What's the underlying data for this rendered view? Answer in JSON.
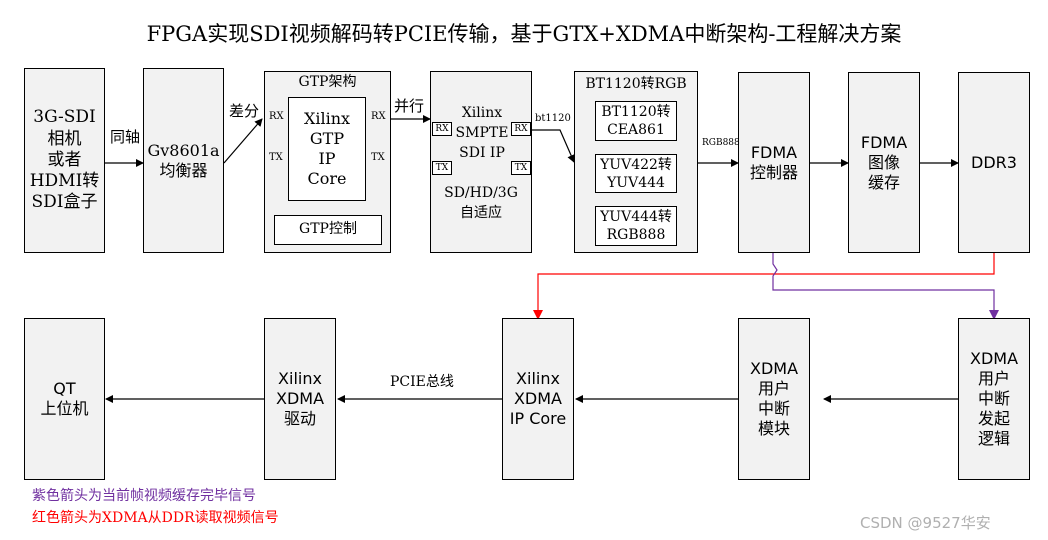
{
  "title": "FPGA实现SDI视频解码转PCIE传输，基于GTX+XDMA中断架构-工程解决方案",
  "blocks": {
    "sdi_source": "3G-SDI\n相机\n或者\nHDMI转\nSDI盒子",
    "equalizer": "Gv8601a\n均衡器",
    "gtp_group": "GTP架构",
    "gtp_core": "Xilinx\nGTP\nIP\nCore",
    "gtp_ctrl": "GTP控制",
    "smpte_name": "Xilinx\nSMPTE\nSDI IP",
    "smpte_adapt": "SD/HD/3G\n自适应",
    "bt_group": "BT1120转RGB",
    "bt_cea": "BT1120转\nCEA861",
    "yuv422": "YUV422转\nYUV444",
    "yuv444": "YUV444转\nRGB888",
    "fdma_ctrl": "FDMA\n控制器",
    "fdma_cache": "FDMA\n图像\n缓存",
    "ddr3": "DDR3",
    "xdma_irq": "XDMA\n用户\n中断\n发起\n逻辑",
    "xdma_user": "XDMA\n用户\n中断\n模块",
    "xdma_core": "Xilinx\nXDMA\nIP Core",
    "xdma_driver": "Xilinx\nXDMA\n驱动",
    "qt": "QT\n上位机"
  },
  "ports": {
    "rx": "RX",
    "tx": "TX"
  },
  "labels": {
    "coax": "同轴",
    "diff": "差分",
    "parallel": "并行",
    "bt1120": "bt1120",
    "rgb888": "RGB888",
    "pcie_bus": "PCIE总线"
  },
  "legend": {
    "purple": "紫色箭头为当前帧视频缓存完毕信号",
    "red": "红色箭头为XDMA从DDR读取视频信号"
  },
  "watermark": "CSDN @9527华安",
  "colors": {
    "purple": "#7030a0",
    "red": "#ff0000",
    "line": "#000000"
  }
}
